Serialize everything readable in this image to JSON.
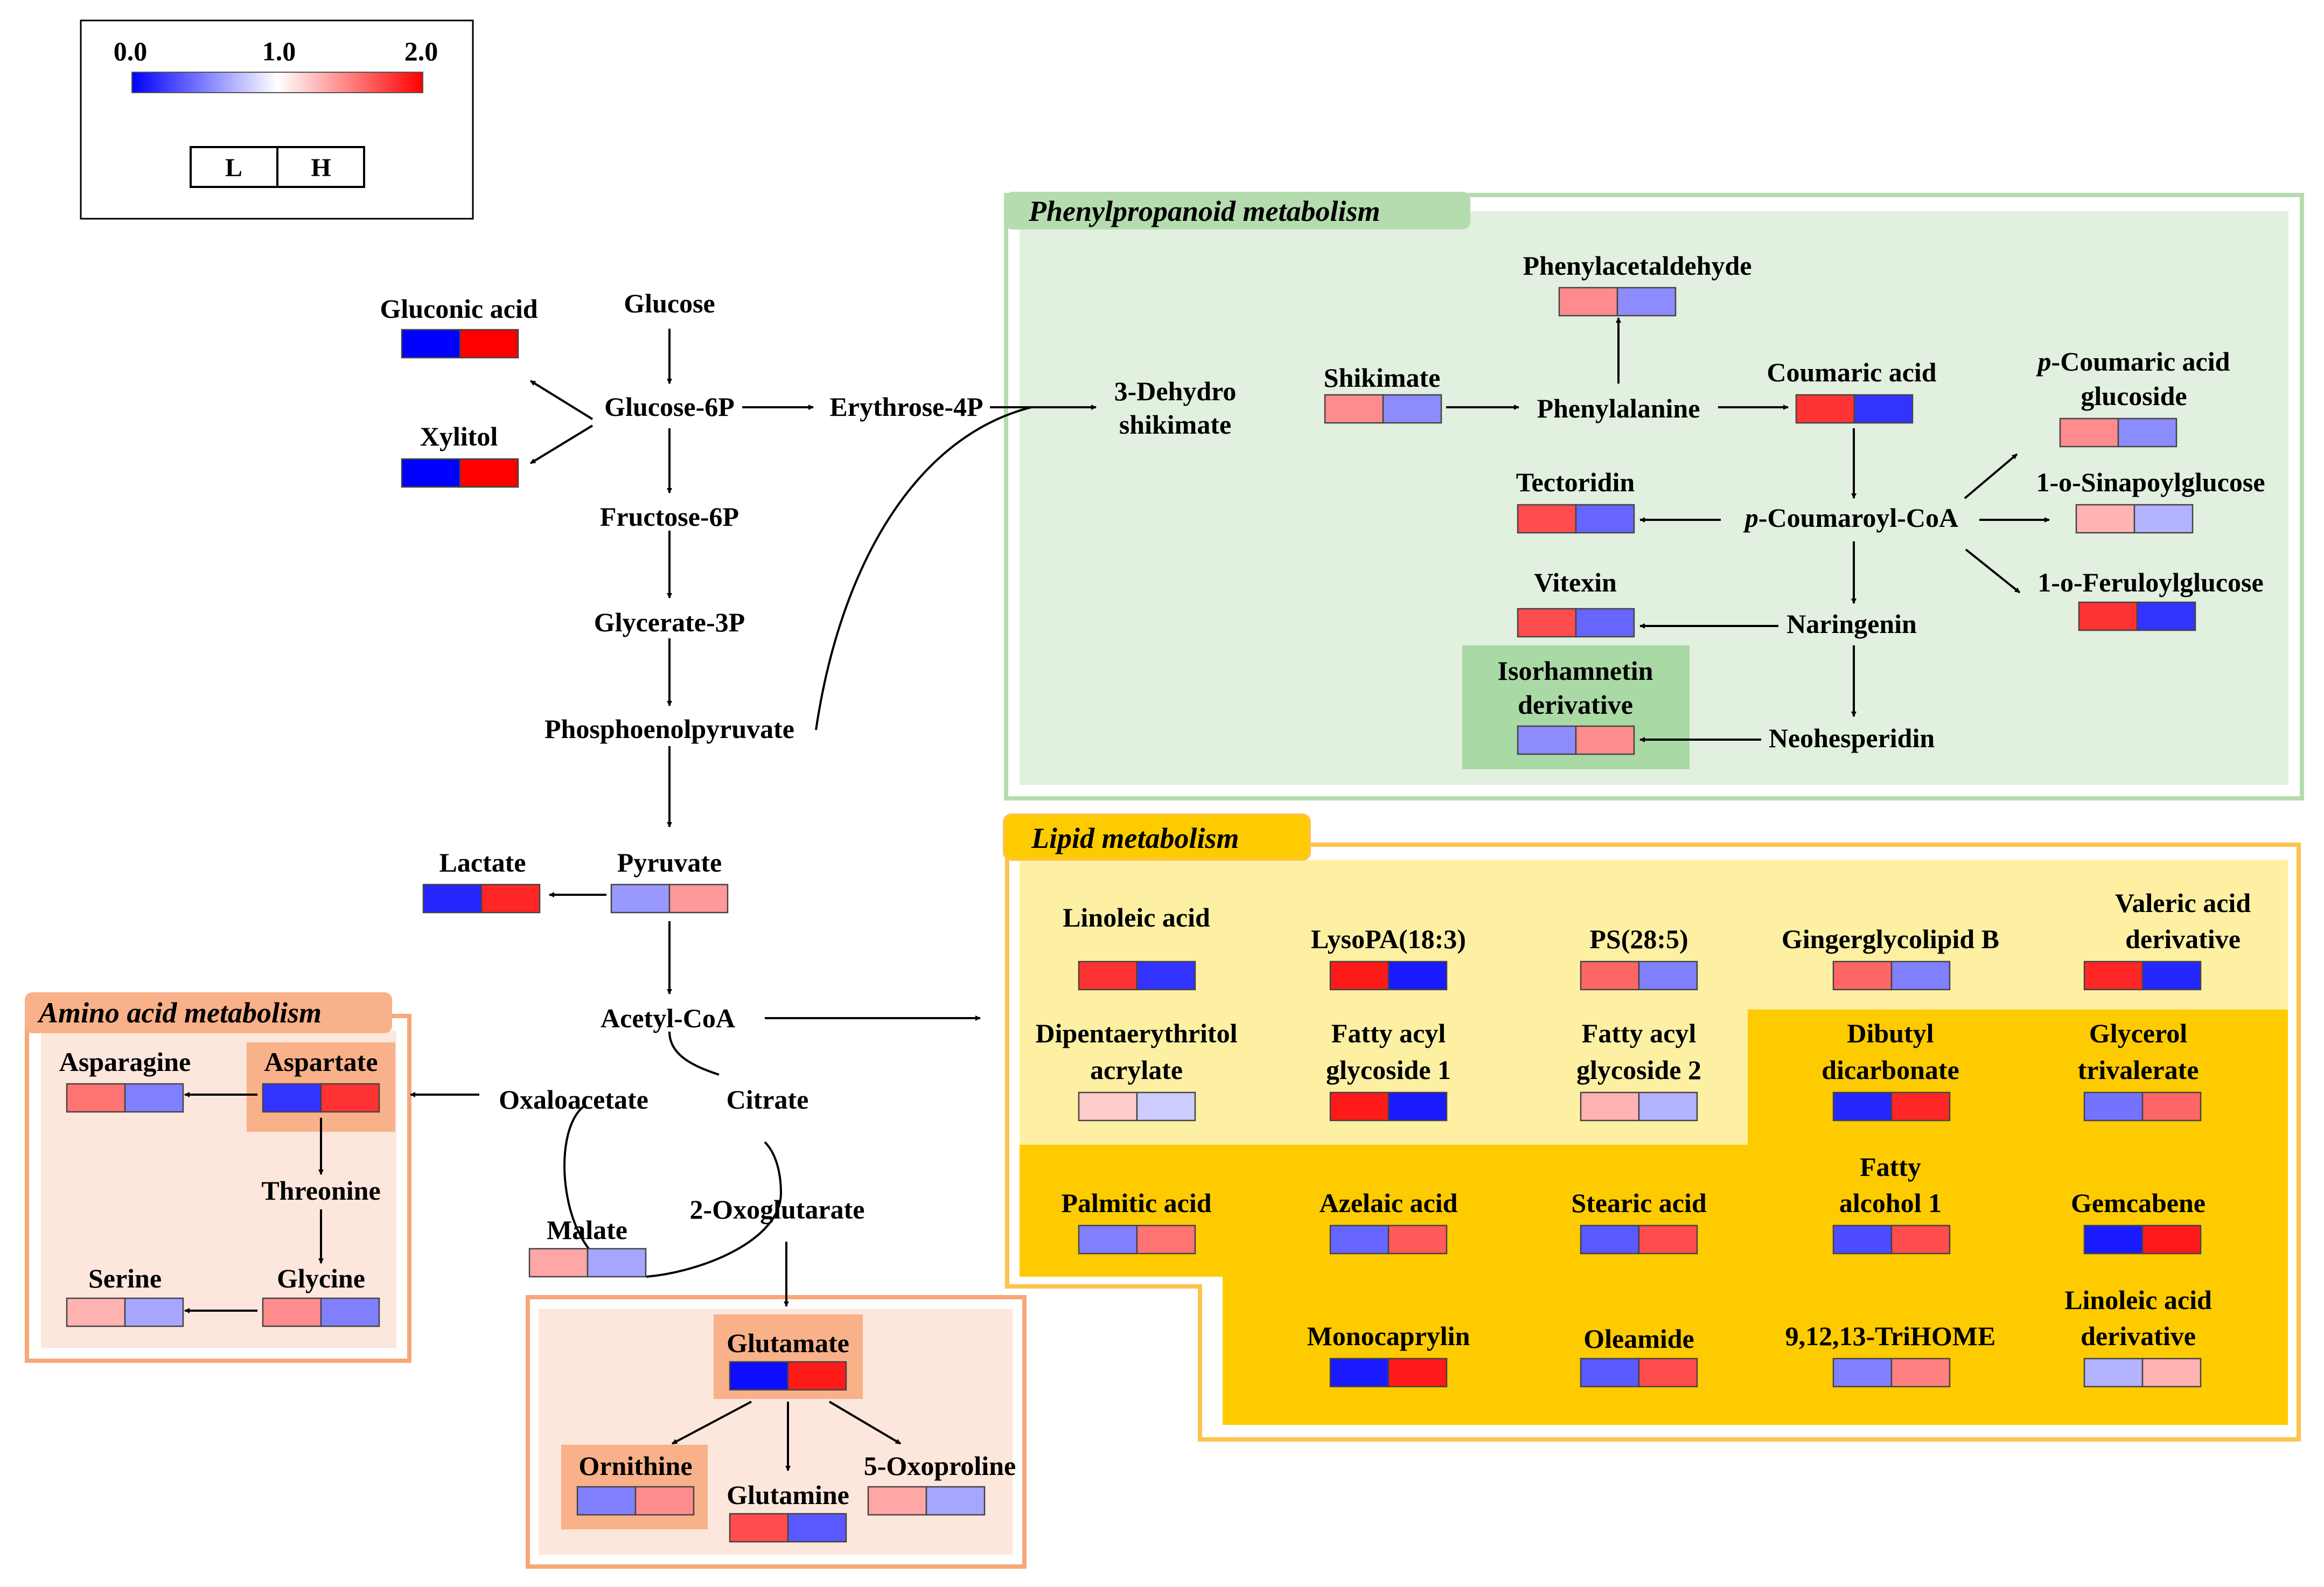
{
  "colors": {
    "low": "#0000ff",
    "mid": "#ffffff",
    "high": "#ff0000",
    "phenyl_bg": "#e2f0df",
    "phenyl_border": "#b5dcae",
    "phenyl_title_bg": "#b5dcae",
    "isorh_bg": "#a9d9a4",
    "lipid_light": "#fef0a3",
    "lipid_dark": "#fecb00",
    "lipid_border": "#fdc34c",
    "amino_bg": "#fde6dc",
    "amino_border": "#f7a878",
    "amino_hilite": "#f9b189"
  },
  "legend": {
    "min": "0.0",
    "mid": "1.0",
    "max": "2.0",
    "low_label": "L",
    "high_label": "H"
  },
  "boxes": {
    "phenyl": "Phenylpropanoid metabolism",
    "lipid": "Lipid metabolism",
    "amino": "Amino acid metabolism"
  },
  "metabolites": {
    "gluconic": {
      "label": "Gluconic acid",
      "L": 0.0,
      "H": 2.0
    },
    "xylitol": {
      "label": "Xylitol",
      "L": 0.0,
      "H": 2.0
    },
    "glucose": {
      "label": "Glucose"
    },
    "g6p": {
      "label": "Glucose-6P"
    },
    "e4p": {
      "label": "Erythrose-4P"
    },
    "f6p": {
      "label": "Fructose-6P"
    },
    "g3p": {
      "label": "Glycerate-3P"
    },
    "pep": {
      "label": "Phosphoenolpyruvate"
    },
    "lactate": {
      "label": "Lactate",
      "L": 0.15,
      "H": 1.85
    },
    "pyruvate": {
      "label": "Pyruvate",
      "L": 0.6,
      "H": 1.4
    },
    "acetylcoa": {
      "label": "Acetyl-CoA"
    },
    "oxaloacetate": {
      "label": "Oxaloacetate"
    },
    "citrate": {
      "label": "Citrate"
    },
    "malate": {
      "label": "Malate",
      "L": 1.35,
      "H": 0.65
    },
    "oxoglutarate": {
      "label": "2-Oxoglutarate"
    },
    "dehydro1": {
      "label": "3-Dehydro"
    },
    "dehydro2": {
      "label": "shikimate"
    },
    "shikimate": {
      "label": "Shikimate",
      "L": 1.45,
      "H": 0.55
    },
    "phenylacet": {
      "label": "Phenylacetaldehyde",
      "L": 1.45,
      "H": 0.55
    },
    "phenylalanine": {
      "label": "Phenylalanine"
    },
    "coumaric": {
      "label": "Coumaric acid",
      "L": 1.8,
      "H": 0.2
    },
    "pcag_p": {
      "label": "p",
      "L": 1.45,
      "H": 0.55
    },
    "pcag_1": {
      "label": "-Coumaric acid"
    },
    "pcag_2": {
      "label": "glucoside"
    },
    "tectoridin": {
      "label": "Tectoridin",
      "L": 1.7,
      "H": 0.4
    },
    "pcoa_p": {
      "label": "p"
    },
    "pcoa": {
      "label": "-Coumaroyl-CoA"
    },
    "sinapoyl": {
      "label": "1-o-Sinapoylglucose",
      "L": 1.3,
      "H": 0.7
    },
    "vitexin": {
      "label": "Vitexin",
      "L": 1.7,
      "H": 0.4
    },
    "naringenin": {
      "label": "Naringenin"
    },
    "feruloyl": {
      "label": "1-o-Feruloylglucose",
      "L": 1.8,
      "H": 0.2
    },
    "isorh1": {
      "label": "Isorhamnetin",
      "L": 0.55,
      "H": 1.45
    },
    "isorh2": {
      "label": "derivative"
    },
    "neohesp": {
      "label": "Neohesperidin"
    },
    "linoleic": {
      "label": "Linoleic acid",
      "L": 1.8,
      "H": 0.2
    },
    "lysopa": {
      "label": "LysoPA(18:3)",
      "L": 1.9,
      "H": 0.1
    },
    "ps": {
      "label": "PS(28:5)",
      "L": 1.6,
      "H": 0.5
    },
    "ginger": {
      "label": "Gingerglycolipid B",
      "L": 1.6,
      "H": 0.5
    },
    "valeric1": {
      "label": "Valeric acid",
      "L": 1.85,
      "H": 0.15
    },
    "valeric2": {
      "label": "derivative"
    },
    "dipent1": {
      "label": "Dipentaerythritol",
      "L": 1.2,
      "H": 0.8
    },
    "dipent2": {
      "label": "acrylate"
    },
    "fag1_1": {
      "label": "Fatty acyl",
      "L": 1.9,
      "H": 0.1
    },
    "fag1_2": {
      "label": "glycoside 1"
    },
    "fag2_1": {
      "label": "Fatty acyl",
      "L": 1.3,
      "H": 0.7
    },
    "fag2_2": {
      "label": "glycoside 2"
    },
    "dibutyl1": {
      "label": "Dibutyl",
      "L": 0.15,
      "H": 1.85
    },
    "dibutyl2": {
      "label": "dicarbonate"
    },
    "glycerol1": {
      "label": "Glycerol",
      "L": 0.45,
      "H": 1.6
    },
    "glycerol2": {
      "label": "trivalerate"
    },
    "palmitic": {
      "label": "Palmitic acid",
      "L": 0.5,
      "H": 1.55
    },
    "azelaic": {
      "label": "Azelaic acid",
      "L": 0.4,
      "H": 1.65
    },
    "stearic": {
      "label": "Stearic acid",
      "L": 0.35,
      "H": 1.7
    },
    "fattyalc1": {
      "label": "Fatty",
      "L": 0.3,
      "H": 1.7
    },
    "fattyalc2": {
      "label": "alcohol 1"
    },
    "gemcabene": {
      "label": "Gemcabene",
      "L": 0.1,
      "H": 1.9
    },
    "monocaprylin": {
      "label": "Monocaprylin",
      "L": 0.1,
      "H": 1.9
    },
    "oleamide": {
      "label": "Oleamide",
      "L": 0.35,
      "H": 1.7
    },
    "trihome": {
      "label": "9,12,13-TriHOME",
      "L": 0.5,
      "H": 1.5
    },
    "linderiv1": {
      "label": "Linoleic acid",
      "L": 0.7,
      "H": 1.3
    },
    "linderiv2": {
      "label": "derivative"
    },
    "asparagine": {
      "label": "Asparagine",
      "L": 1.55,
      "H": 0.5
    },
    "aspartate": {
      "label": "Aspartate",
      "L": 0.2,
      "H": 1.8
    },
    "threonine": {
      "label": "Threonine"
    },
    "serine": {
      "label": "Serine",
      "L": 1.3,
      "H": 0.65
    },
    "glycine": {
      "label": "Glycine",
      "L": 1.45,
      "H": 0.5
    },
    "glutamate": {
      "label": "Glutamate",
      "L": 0.05,
      "H": 1.9
    },
    "ornithine": {
      "label": "Ornithine",
      "L": 0.5,
      "H": 1.45
    },
    "glutamine": {
      "label": "Glutamine",
      "L": 1.7,
      "H": 0.35
    },
    "oxoproline": {
      "label": "5-Oxoproline",
      "L": 1.35,
      "H": 0.65
    }
  }
}
